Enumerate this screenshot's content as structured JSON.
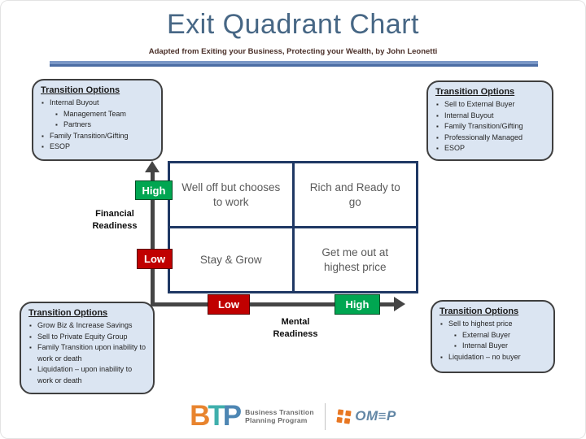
{
  "title": "Exit Quadrant Chart",
  "subtitle": "Adapted from Exiting your Business, Protecting your Wealth, by John Leonetti",
  "callouts": {
    "top_left": {
      "heading": "Transition Options",
      "items": [
        {
          "text": "Internal Buyout",
          "level": 1
        },
        {
          "text": "Management Team",
          "level": 2
        },
        {
          "text": "Partners",
          "level": 2
        },
        {
          "text": "Family Transition/Gifting",
          "level": 1
        },
        {
          "text": "ESOP",
          "level": 1
        }
      ]
    },
    "top_right": {
      "heading": "Transition Options",
      "items": [
        {
          "text": "Sell to External Buyer",
          "level": 1
        },
        {
          "text": "Internal Buyout",
          "level": 1
        },
        {
          "text": "Family Transition/Gifting",
          "level": 1
        },
        {
          "text": "Professionally Managed",
          "level": 1
        },
        {
          "text": "ESOP",
          "level": 1
        }
      ]
    },
    "bottom_left": {
      "heading": "Transition Options",
      "items": [
        {
          "text": "Grow Biz & Increase Savings",
          "level": 1
        },
        {
          "text": "Sell to Private Equity Group",
          "level": 1
        },
        {
          "text": "Family Transition upon inability to work or death",
          "level": 1
        },
        {
          "text": "Liquidation – upon inability to work or death",
          "level": 1
        }
      ]
    },
    "bottom_right": {
      "heading": "Transition Options",
      "items": [
        {
          "text": "Sell to highest price",
          "level": 1
        },
        {
          "text": "External Buyer",
          "level": 2
        },
        {
          "text": "Internal Buyer",
          "level": 2
        },
        {
          "text": "Liquidation – no buyer",
          "level": 1
        }
      ]
    }
  },
  "quadrants": {
    "top_left": "Well off but chooses to work",
    "top_right": "Rich and Ready to go",
    "bottom_left": "Stay & Grow",
    "bottom_right": "Get me out at highest price"
  },
  "axes": {
    "y_label": "Financial Readiness",
    "y_high": "High",
    "y_low": "Low",
    "x_label": "Mental Readiness",
    "x_low": "Low",
    "x_high": "High"
  },
  "colors": {
    "high_green": "#00A651",
    "low_red": "#C00000",
    "grid_border": "#1F3864",
    "axis_gray": "#454545",
    "callout_bg": "#DBE5F2",
    "title_blue": "#476785",
    "accent_bar_blue": "#5E81B2",
    "btp_b_orange": "#E8842E",
    "btp_t_teal": "#3FAFAC",
    "btp_p_blue": "#4D86B3",
    "omep_orange": "#E87722",
    "omep_blue": "#6286A5"
  },
  "footer": {
    "btp_letters": [
      {
        "ch": "B",
        "color": "#E8842E"
      },
      {
        "ch": "T",
        "color": "#3FAFAC"
      },
      {
        "ch": "P",
        "color": "#4D86B3"
      }
    ],
    "btp_name_line1": "Business Transition",
    "btp_name_line2": "Planning Program",
    "omep_text": "OM≡P"
  }
}
